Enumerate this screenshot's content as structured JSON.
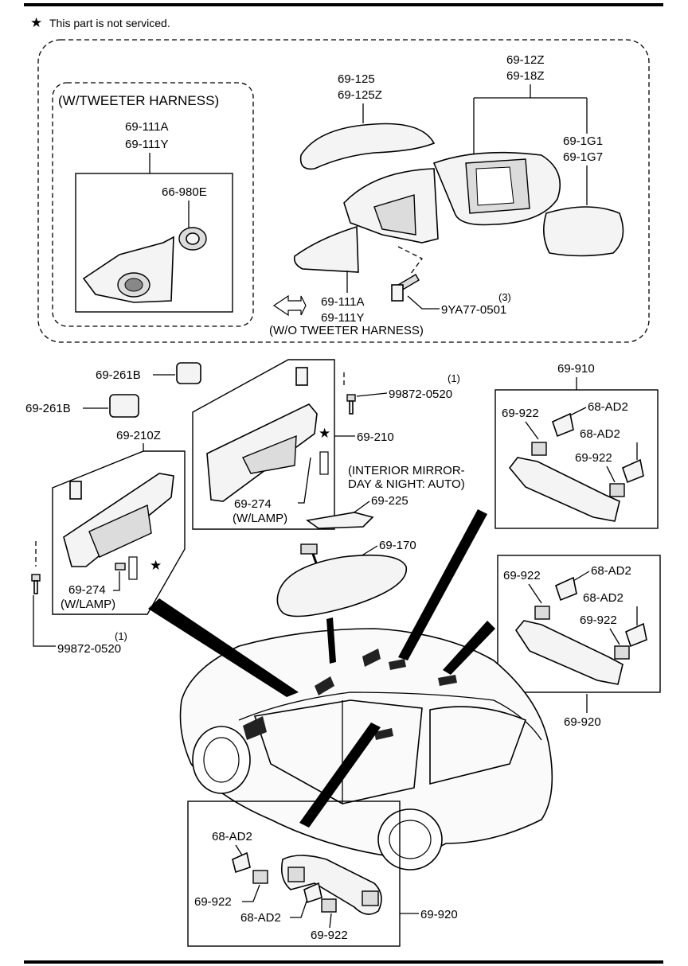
{
  "note": {
    "symbol": "★",
    "text": "This part is not serviced."
  },
  "headers": {
    "w_tweeter": "(W/TWEETER HARNESS)",
    "wo_tweeter": "(W/O TWEETER HARNESS)",
    "interior_mirror_1": "(INTERIOR MIRROR-",
    "interior_mirror_2": "DAY & NIGHT: AUTO)"
  },
  "labels": {
    "p69_111A_a": "69-111A",
    "p69_111Y_a": "69-111Y",
    "p66_980E": "66-980E",
    "p69_125": "69-125",
    "p69_125Z": "69-125Z",
    "p69_12Z": "69-12Z",
    "p69_18Z": "69-18Z",
    "p69_1G1": "69-1G1",
    "p69_1G7": "69-1G7",
    "p69_111A_b": "69-111A",
    "p69_111Y_b": "69-111Y",
    "qty_3": "(3)",
    "p9YA77": "9YA77-0501",
    "p69_261B_a": "69-261B",
    "p69_261B_b": "69-261B",
    "qty_1_a": "(1)",
    "p99872_a": "99872-0520",
    "p69_210": "69-210",
    "p69_210Z": "69-210Z",
    "p69_274_a": "69-274",
    "wlamp_a": "(W/LAMP)",
    "p69_274_b": "69-274",
    "wlamp_b": "(W/LAMP)",
    "qty_1_b": "(1)",
    "p99872_b": "99872-0520",
    "p69_225": "69-225",
    "p69_170": "69-170",
    "p69_910": "69-910",
    "p69_922_a": "69-922",
    "p68_AD2_a": "68-AD2",
    "p68_AD2_b": "68-AD2",
    "p69_922_b": "69-922",
    "p69_922_c": "69-922",
    "p68_AD2_c": "68-AD2",
    "p68_AD2_d": "68-AD2",
    "p69_922_d": "69-922",
    "p69_920_a": "69-920",
    "p68_AD2_e": "68-AD2",
    "p69_922_e": "69-922",
    "p68_AD2_f": "68-AD2",
    "p69_922_f": "69-922",
    "p69_920_b": "69-920"
  }
}
